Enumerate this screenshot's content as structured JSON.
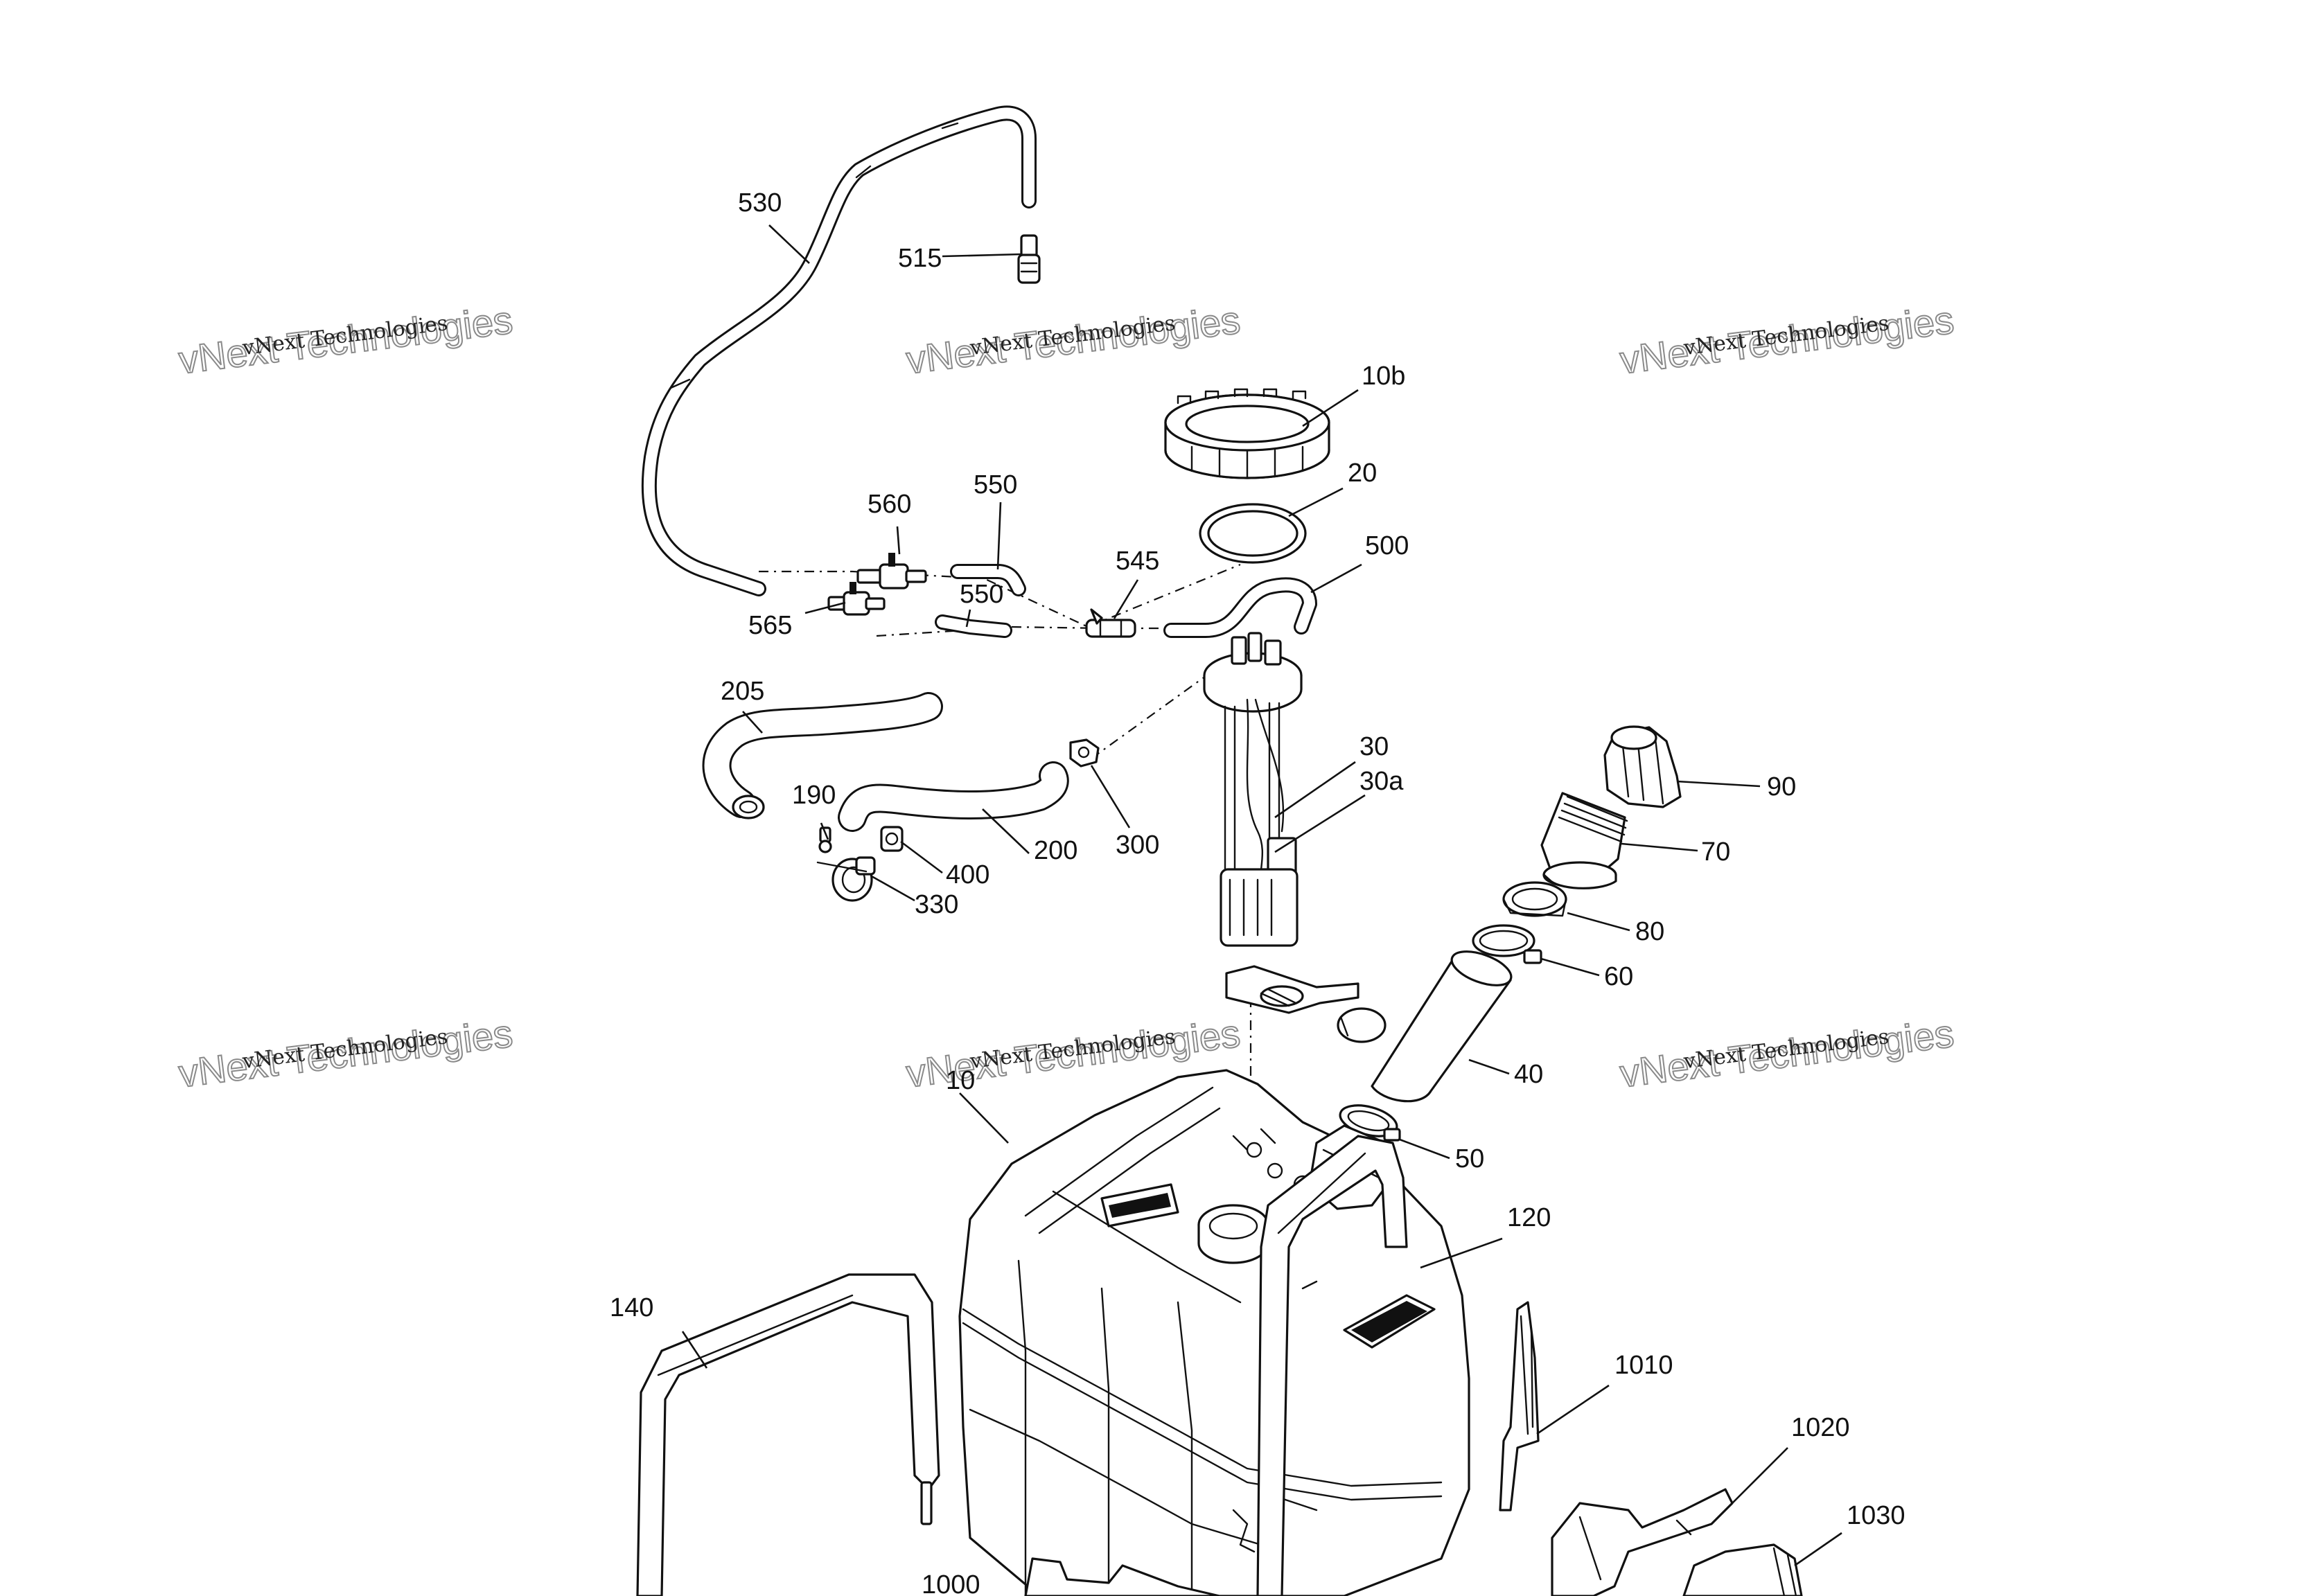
{
  "diagram": {
    "callouts": [
      {
        "id": "c530",
        "label": "530"
      },
      {
        "id": "c515",
        "label": "515"
      },
      {
        "id": "c10b",
        "label": "10b"
      },
      {
        "id": "c20",
        "label": "20"
      },
      {
        "id": "c500",
        "label": "500"
      },
      {
        "id": "c560",
        "label": "560"
      },
      {
        "id": "c550a",
        "label": "550"
      },
      {
        "id": "c545",
        "label": "545"
      },
      {
        "id": "c550b",
        "label": "550"
      },
      {
        "id": "c565",
        "label": "565"
      },
      {
        "id": "c205",
        "label": "205"
      },
      {
        "id": "c190",
        "label": "190"
      },
      {
        "id": "c400",
        "label": "400"
      },
      {
        "id": "c330",
        "label": "330"
      },
      {
        "id": "c200",
        "label": "200"
      },
      {
        "id": "c300",
        "label": "300"
      },
      {
        "id": "c30",
        "label": "30"
      },
      {
        "id": "c30a",
        "label": "30a"
      },
      {
        "id": "c90",
        "label": "90"
      },
      {
        "id": "c70",
        "label": "70"
      },
      {
        "id": "c80",
        "label": "80"
      },
      {
        "id": "c60",
        "label": "60"
      },
      {
        "id": "c40",
        "label": "40"
      },
      {
        "id": "c50",
        "label": "50"
      },
      {
        "id": "c10",
        "label": "10"
      },
      {
        "id": "c120",
        "label": "120"
      },
      {
        "id": "c140",
        "label": "140"
      },
      {
        "id": "c1010",
        "label": "1010"
      },
      {
        "id": "c1020",
        "label": "1020"
      },
      {
        "id": "c1030",
        "label": "1030"
      },
      {
        "id": "c1000",
        "label": "1000"
      }
    ],
    "watermark": {
      "line1": "vNext Technologies",
      "line2": "vNext Technologies"
    }
  }
}
